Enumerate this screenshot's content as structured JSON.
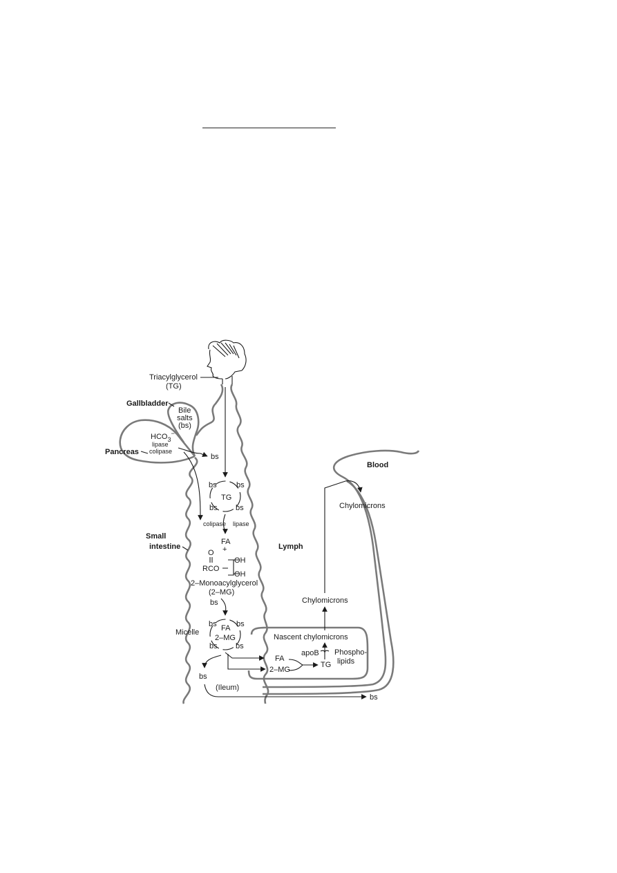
{
  "labels": {
    "triacylglycerol": "Triacylglycerol",
    "tg_abbr": "(TG)",
    "gallbladder": "Gallbladder",
    "bile1": "Bile",
    "bile2": "salts",
    "bile3": "(bs)",
    "hco3": "HCO",
    "hco3_sub": "3",
    "hco3_sup": "−",
    "lipase": "lipase",
    "colipase": "colipase",
    "pancreas": "Pancreas",
    "bs": "bs",
    "tg": "TG",
    "blood": "Blood",
    "chylomicrons": "Chylomicrons",
    "colipase2": "colipase",
    "lipase2": "lipase",
    "small": "Small",
    "intestine": "intestine",
    "fa": "FA",
    "plus": "+",
    "o": "O",
    "rco": "RCO",
    "oh": "OH",
    "lymph": "Lymph",
    "monoacyl": "2–Monoacylglycerol",
    "mg_abbr": "(2–MG)",
    "mg": "2–MG",
    "micelle": "Micelle",
    "nascent": "Nascent chylomicrons",
    "apob": "apoB",
    "phospho1": "Phospho-",
    "phospho2": "lipids",
    "ileum": "(Ileum)"
  }
}
